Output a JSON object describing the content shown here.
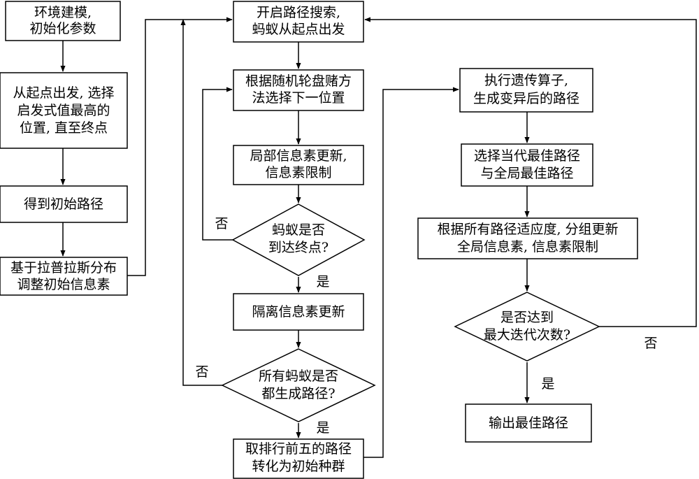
{
  "nodes": {
    "env_model": [
      "环境建模,",
      "初始化参数"
    ],
    "heuristic": [
      "从起点出发, 选择",
      "启发式值最高的",
      "位置, 直至终点"
    ],
    "initial_path": [
      "得到初始路径"
    ],
    "laplace": [
      "基于拉普拉斯分布",
      "调整初始信息素"
    ],
    "start_search": [
      "开启路径搜索,",
      "蚂蚁从起点出发"
    ],
    "roulette": [
      "根据随机轮盘赌方",
      "法选择下一位置"
    ],
    "local_update": [
      "局部信息素更新,",
      "信息素限制"
    ],
    "reach_end": [
      "蚂蚁是否",
      "到达终点?"
    ],
    "isolate_update": [
      "隔离信息素更新"
    ],
    "all_paths": [
      "所有蚂蚁是否",
      "都生成路径?"
    ],
    "top_five": [
      "取排行前五的路径",
      "转化为初始种群"
    ],
    "genetic": [
      "执行遗传算子,",
      "生成变异后的路径"
    ],
    "select_best": [
      "选择当代最佳路径",
      "与全局最佳路径"
    ],
    "group_update": [
      "根据所有路径适应度, 分组更新",
      "全局信息素, 信息素限制"
    ],
    "max_iter": [
      "是否达到",
      "最大迭代次数?"
    ],
    "output": [
      "输出最佳路径"
    ]
  },
  "edge_labels": {
    "reach_end_no": "否",
    "reach_end_yes": "是",
    "all_paths_no": "否",
    "all_paths_yes": "是",
    "max_iter_no": "否",
    "max_iter_yes": "是"
  }
}
